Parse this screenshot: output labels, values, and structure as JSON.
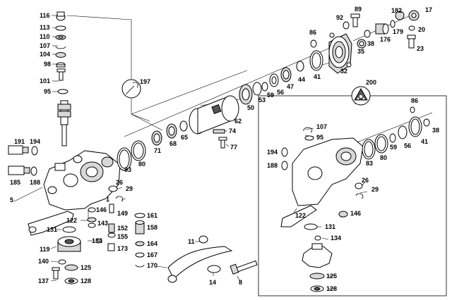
{
  "labels": {
    "l116": "116",
    "l113": "113",
    "l110": "110",
    "l107a": "107",
    "l104": "104",
    "l98": "98",
    "l101": "101",
    "l95a": "95",
    "l191": "191",
    "l194a": "194",
    "l185": "185",
    "l188a": "188",
    "l5": "5",
    "l131a": "131",
    "l119": "119",
    "l140": "140",
    "l137": "137",
    "l128a": "128",
    "l125a": "125",
    "l134a": "134",
    "l122a": "122",
    "l146a": "146",
    "l143": "143",
    "l149": "149",
    "l152": "152",
    "l155": "155",
    "l173": "173",
    "l161": "161",
    "l158": "158",
    "l164": "164",
    "l167": "167",
    "l170": "170",
    "l26a": "26",
    "l29a": "29",
    "l1": "1",
    "l11": "11",
    "l14": "14",
    "l8": "8",
    "l197": "197",
    "l83a": "83",
    "l80a": "80",
    "l71": "71",
    "l68": "68",
    "l65": "65",
    "l62": "62",
    "l74": "74",
    "l77": "77",
    "l50": "50",
    "l53": "53",
    "l59a": "59",
    "l56a": "56",
    "l47": "47",
    "l44": "44",
    "l41a": "41",
    "l86a": "86",
    "l32": "32",
    "l92": "92",
    "l89": "89",
    "l35": "35",
    "l38a": "38",
    "l176": "176",
    "l179": "179",
    "l182": "182",
    "l17": "17",
    "l20": "20",
    "l23": "23",
    "l200": "200",
    "l107b": "107",
    "l95b": "95",
    "l194b": "194",
    "l188b": "188",
    "l83b": "83",
    "l80b": "80",
    "l59b": "59",
    "l56b": "56",
    "l41b": "41",
    "l86b": "86",
    "l38b": "38",
    "l26b": "26",
    "l29b": "29",
    "l122b": "122",
    "l146b": "146",
    "l131b": "131",
    "l134b": "134",
    "l125b": "125",
    "l128b": "128"
  },
  "icons": {
    "callout_197": "wrench-icon",
    "callout_200": "valve-triangle-icon"
  }
}
